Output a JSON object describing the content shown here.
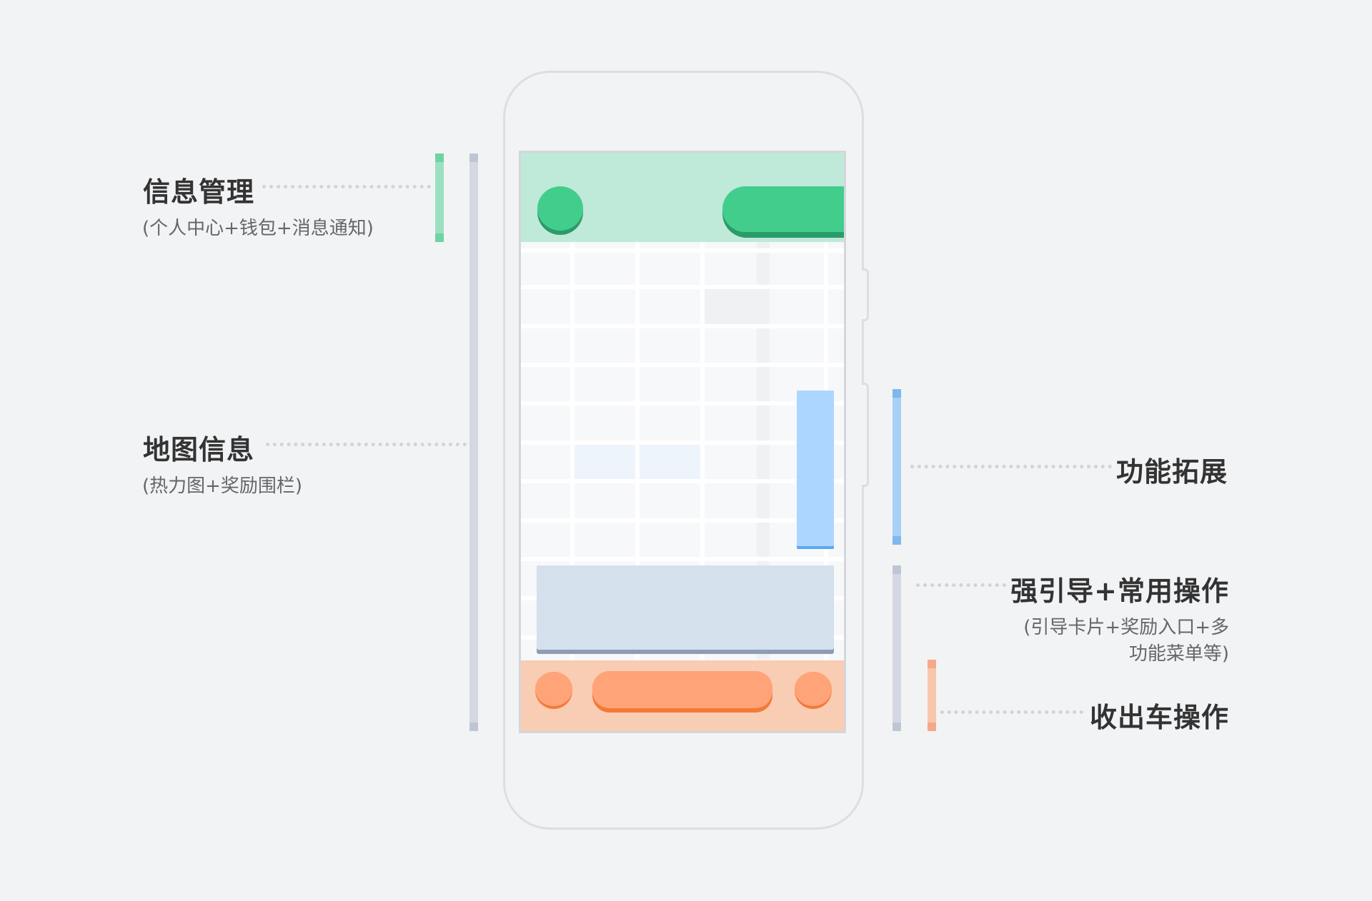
{
  "annotations": {
    "info_management": {
      "title": "信息管理",
      "subtitle": "(个人中心+钱包+消息通知)"
    },
    "map_info": {
      "title": "地图信息",
      "subtitle": "(热力图+奖励围栏)"
    },
    "function_ext": {
      "title": "功能拓展"
    },
    "guidance": {
      "title": "强引导+常用操作",
      "subtitle_line1": "(引导卡片+奖励入口+多",
      "subtitle_line2": "功能菜单等)"
    },
    "parking": {
      "title": "收出车操作"
    }
  },
  "colors": {
    "background": "#f2f3f5",
    "info_zone": "#bfe9d8",
    "info_accent": "#43cd8d",
    "function_panel": "#acd6ff",
    "function_bracket": "#a7d0f5",
    "guide_card": "#d5e0ed",
    "footer_zone": "#f9ccb4",
    "footer_accent": "#ffa378",
    "neutral_bracket": "#d3d8e2"
  }
}
